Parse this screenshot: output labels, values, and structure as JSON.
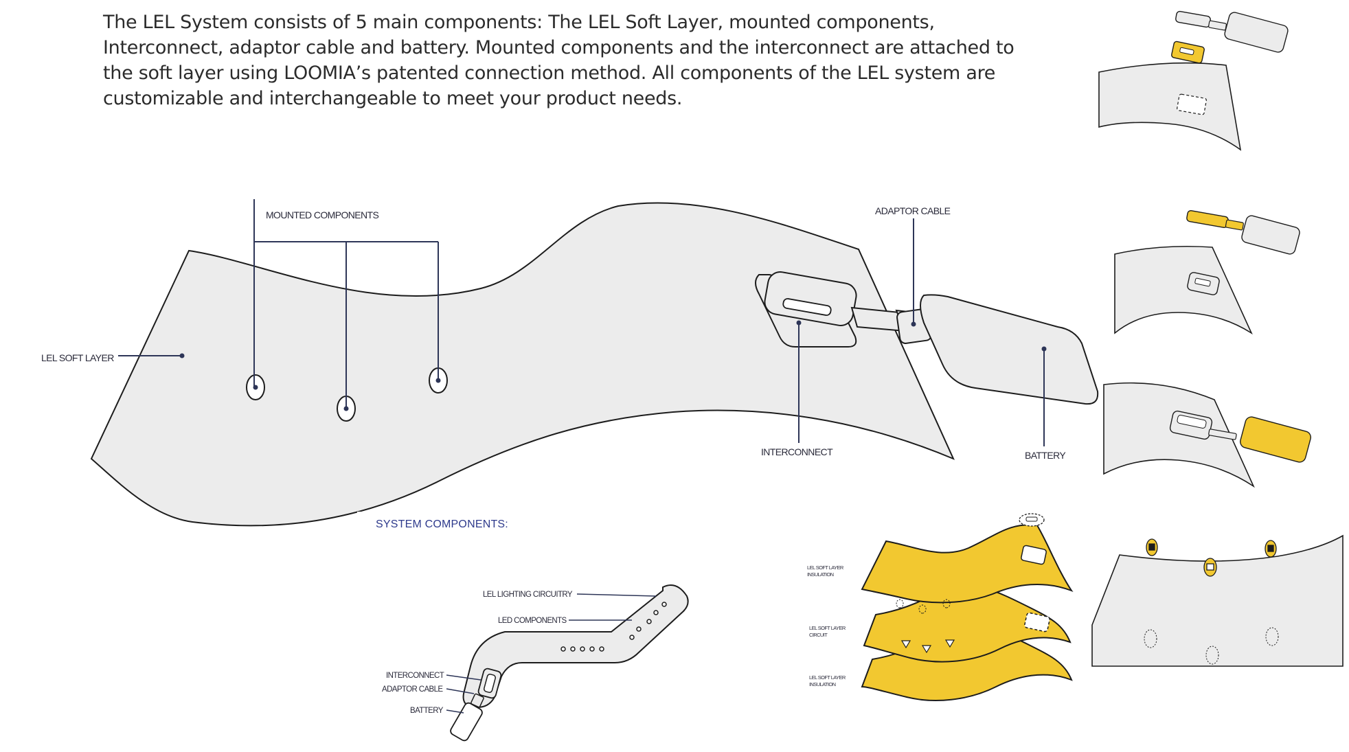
{
  "intro_text": "The LEL System consists of 5 main components: The LEL Soft Layer, mounted components, Interconnect, adaptor cable and battery. Mounted components and the interconnect are attached to the soft layer using LOOMIA’s patented connection method. All components of the LEL system are customizable and interchangeable to meet your product needs.",
  "main_diagram": {
    "labels": {
      "soft_layer": "LEL SOFT LAYER",
      "mounted_components": "MOUNTED COMPONENTS",
      "adaptor_cable": "ADAPTOR CABLE",
      "interconnect": "INTERCONNECT",
      "battery": "BATTERY"
    }
  },
  "system_components": {
    "title": "SYSTEM COMPONENTS:",
    "labels": {
      "lighting_circuitry": "LEL LIGHTING CIRCUITRY",
      "led_components": "LED COMPONENTS",
      "interconnect": "INTERCONNECT",
      "adaptor_cable": "ADAPTOR CABLE",
      "battery": "BATTERY"
    }
  },
  "layer_stack": {
    "labels": {
      "insulation_top": [
        "LEL SOFT LAYER",
        "INSULATION"
      ],
      "circuit": [
        "LEL SOFT LAYER",
        "CIRCUIT"
      ],
      "insulation_bottom": [
        "LEL SOFT LAYER",
        "INSULATION"
      ]
    }
  },
  "colors": {
    "accent_yellow": "#f2c830",
    "layer_gray": "#ececec",
    "outline": "#1c1c1c",
    "leader_line": "#2d3557",
    "title_blue": "#2e3a8c"
  }
}
